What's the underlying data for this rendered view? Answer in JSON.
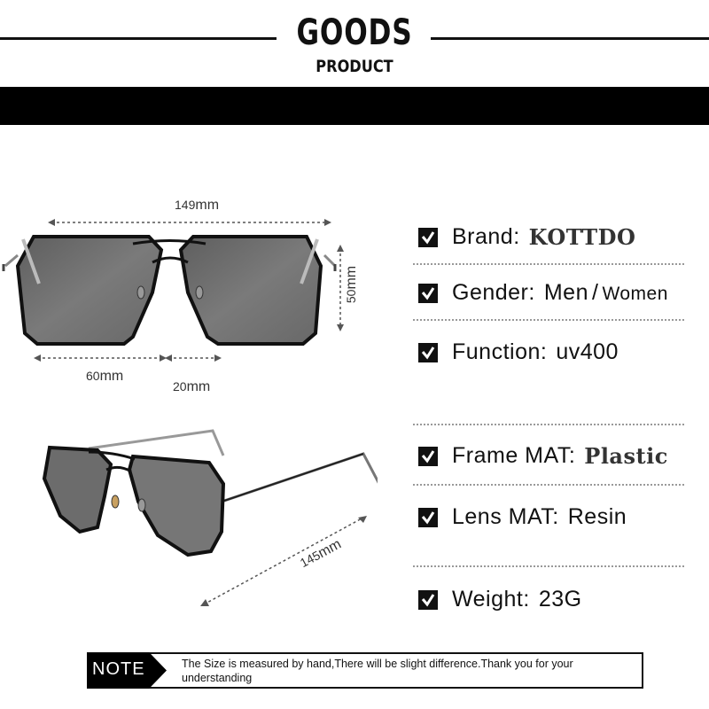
{
  "header": {
    "title": "GOODS",
    "subtitle": "PRODUCT"
  },
  "dimensions": {
    "total_width": {
      "value": "149",
      "unit": "mm"
    },
    "lens_height": {
      "value": "50",
      "unit": "mm"
    },
    "lens_width": {
      "value": "60",
      "unit": "mm"
    },
    "bridge": {
      "value": "20",
      "unit": "mm"
    },
    "temple": {
      "value": "145",
      "unit": "mm"
    }
  },
  "specs": [
    {
      "label": "Brand:",
      "value": "KOTTDO"
    },
    {
      "label": "Gender:",
      "value_main": "Men",
      "value_sep": "/",
      "value_alt": "Women"
    },
    {
      "label": "Function:",
      "value": "uv400"
    },
    {
      "label": "Frame MAT:",
      "value": "Plastic"
    },
    {
      "label": "Lens MAT:",
      "value": "Resin"
    },
    {
      "label": "Weight:",
      "value": "23G"
    }
  ],
  "note": {
    "tag": "NOTE",
    "text": "The Size is measured by hand,There will be slight difference.Thank you for your understanding"
  },
  "colors": {
    "lens": "#6f6f6f",
    "frame": "#111111",
    "background": "#ffffff",
    "accent_bar": "#000000"
  }
}
